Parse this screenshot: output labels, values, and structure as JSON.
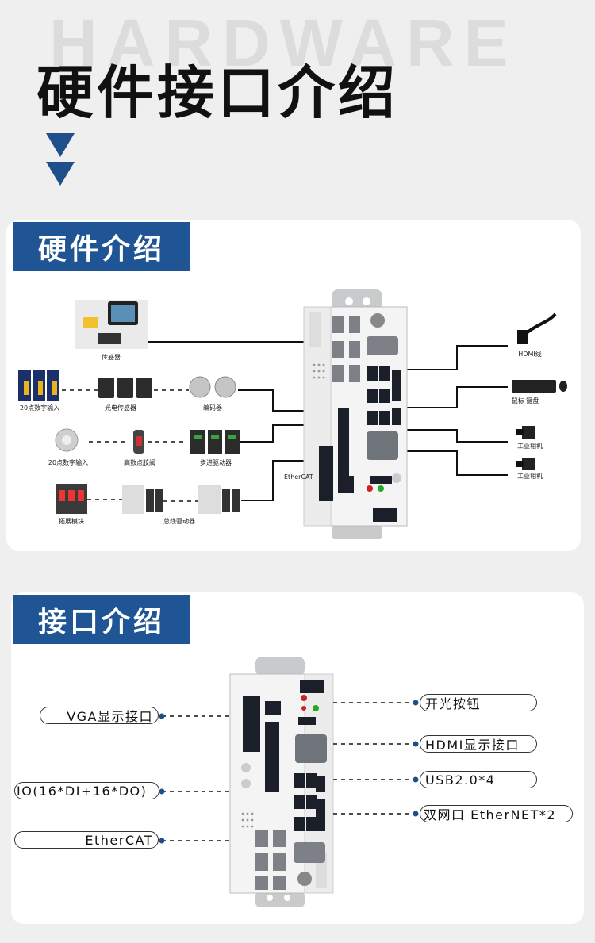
{
  "header": {
    "bg_word": "HARDWARE",
    "title": "硬件接口介绍"
  },
  "section1": {
    "title": "硬件介绍",
    "labels": {
      "sensor": "传感器",
      "digital_input_1": "20点数字输入",
      "photo_sensor": "光电传感器",
      "encoder": "编码器",
      "digital_input_2": "20点数字输入",
      "dispense_valve": "高数点胶阀",
      "stepper_driver": "步进驱动器",
      "expansion_module": "拓展模块",
      "bus_driver": "总线驱动器",
      "ethercat": "EtherCAT",
      "hdmi_cable": "HDMI线",
      "mouse_keyboard": "鼠标 键盘",
      "camera_1": "工业相机",
      "camera_2": "工业相机"
    }
  },
  "section2": {
    "title": "接口介绍",
    "left": {
      "vga": "VGA显示接口",
      "io": "IO(16*DI+16*DO)",
      "ethercat": "EtherCAT"
    },
    "right": {
      "power": "开光按钮",
      "hdmi": "HDMI显示接口",
      "usb": "USB2.0*4",
      "lan": "双网口 EtherNET*2"
    }
  },
  "colors": {
    "accent": "#1f4e8c",
    "title_box": "#1f5595",
    "background": "#efefef",
    "card": "#ffffff"
  }
}
